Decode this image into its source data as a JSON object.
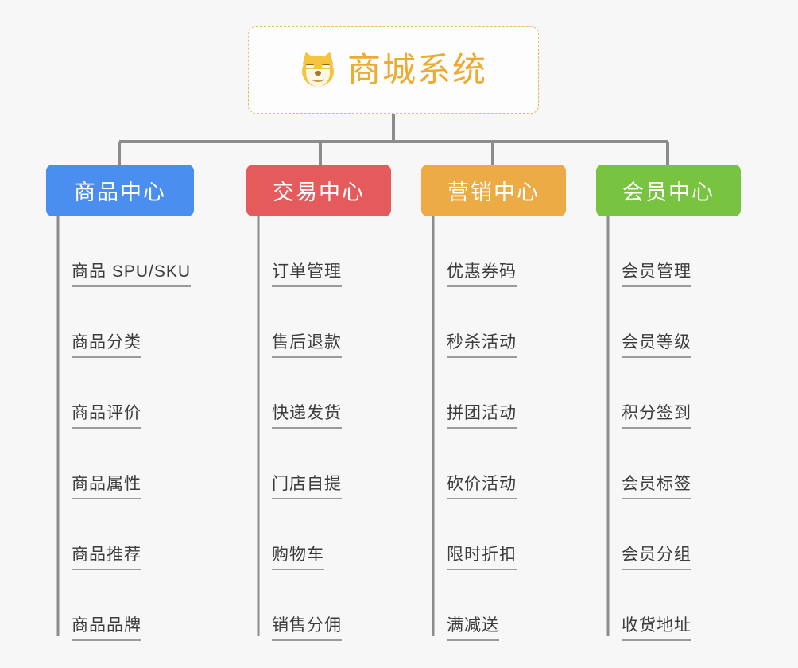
{
  "diagram": {
    "type": "mind-map",
    "background_color": "#f7f7f7",
    "connector_color": "#8c8c8c",
    "root": {
      "title": "商城系统",
      "icon": "shiba-inu-dog-face-emoji",
      "text_color": "#eeab33",
      "border_color": "#e8bb6a",
      "background_color": "#fdfdfd"
    },
    "branches": [
      {
        "label": "商品中心",
        "color": "#4a8ef0",
        "items": [
          "商品 SPU/SKU",
          "商品分类",
          "商品评价",
          "商品属性",
          "商品推荐",
          "商品品牌"
        ]
      },
      {
        "label": "交易中心",
        "color": "#e55a5a",
        "items": [
          "订单管理",
          "售后退款",
          "快递发货",
          "门店自提",
          "购物车",
          "销售分佣"
        ]
      },
      {
        "label": "营销中心",
        "color": "#edab45",
        "items": [
          "优惠券码",
          "秒杀活动",
          "拼团活动",
          "砍价活动",
          "限时折扣",
          "满减送"
        ]
      },
      {
        "label": "会员中心",
        "color": "#78c340",
        "items": [
          "会员管理",
          "会员等级",
          "积分签到",
          "会员标签",
          "会员分组",
          "收货地址"
        ]
      }
    ]
  }
}
